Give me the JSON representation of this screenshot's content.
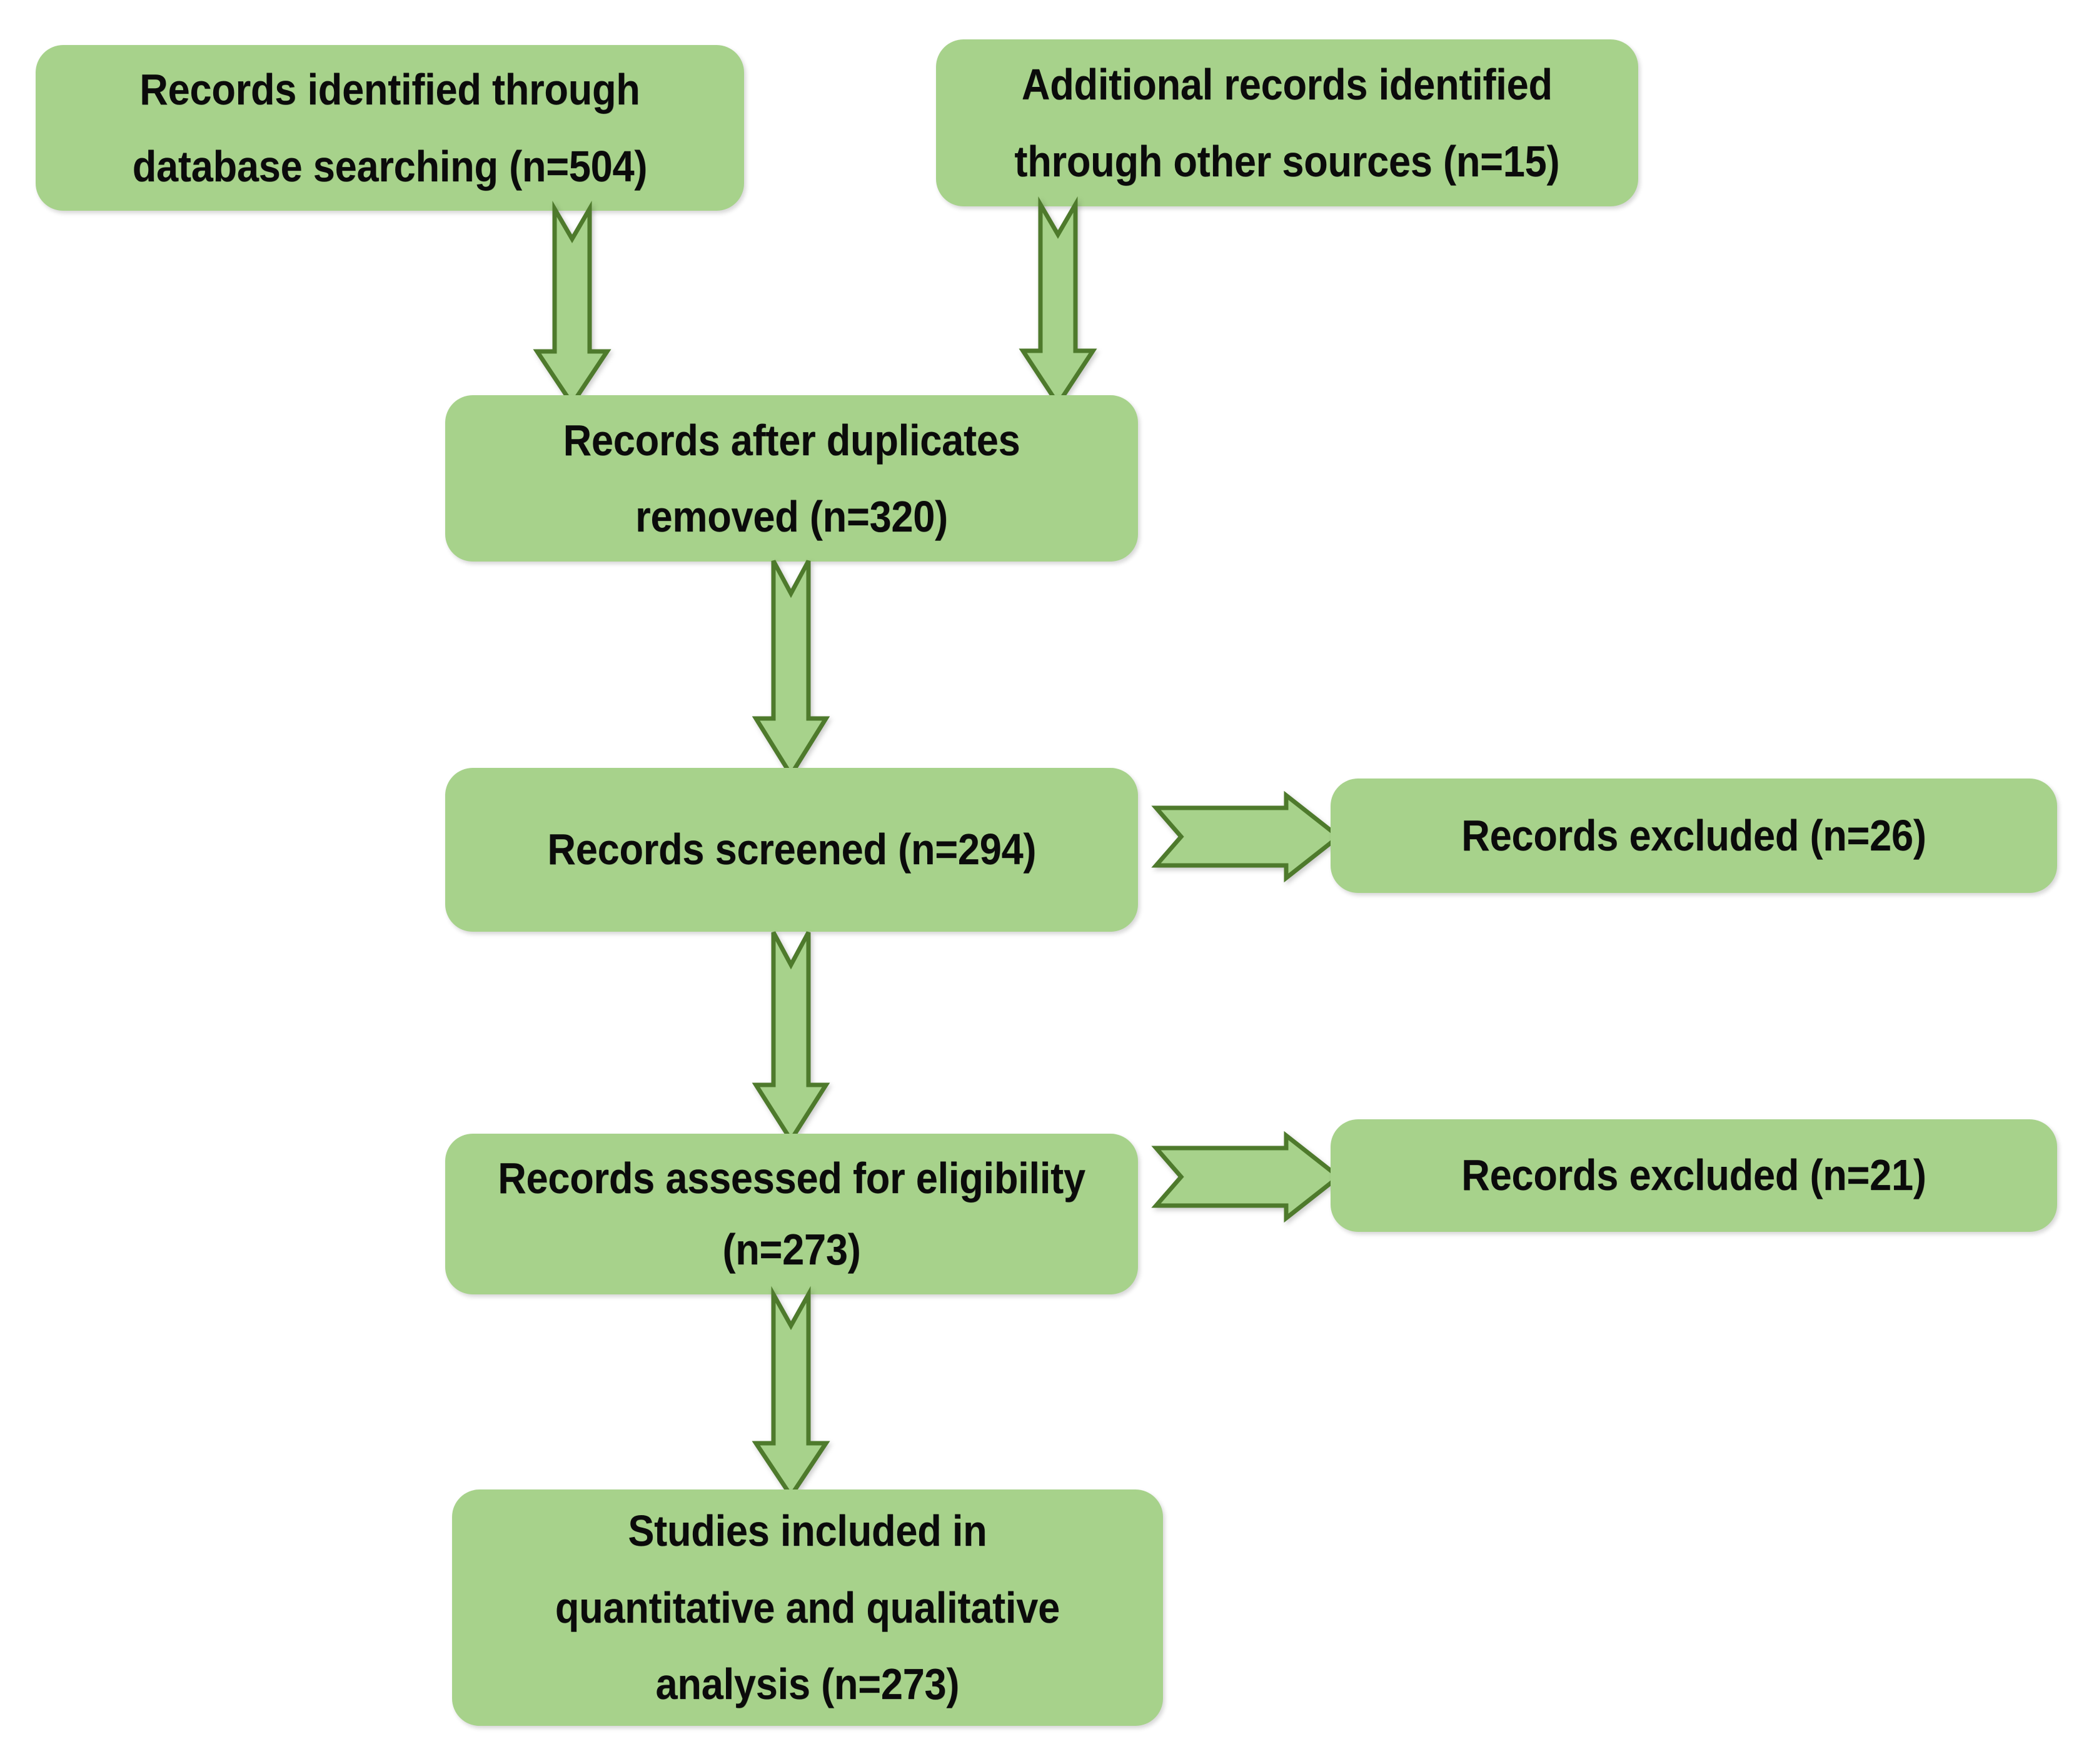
{
  "diagram": {
    "type": "prisma-flow-diagram",
    "title": "PRISMA study selection flow diagram",
    "colors": {
      "box_fill": "#a7d28b",
      "arrow_fill": "#a7d28b",
      "arrow_stroke": "#4e7a2c",
      "text": "#0b0b0b",
      "background": "#ffffff"
    },
    "nodes": [
      {
        "id": "identified",
        "text": "Records identified through\ndatabase searching (n=504)",
        "count": 504,
        "stage": "identification"
      },
      {
        "id": "additional",
        "text": "Additional records identified\nthrough other sources (n=15)",
        "count": 15,
        "stage": "identification"
      },
      {
        "id": "duplicates",
        "text": "Records after duplicates\nremoved (n=320)",
        "count": 320,
        "stage": "screening"
      },
      {
        "id": "screened",
        "text": "Records screened (n=294)",
        "count": 294,
        "stage": "screening"
      },
      {
        "id": "excluded-26",
        "text": "Records excluded (n=26)",
        "count": 26,
        "stage": "screening"
      },
      {
        "id": "eligibility",
        "text": "Records assessed for eligibility\n(n=273)",
        "count": 273,
        "stage": "eligibility"
      },
      {
        "id": "excluded-21",
        "text": "Records excluded (n=21)",
        "count": 21,
        "stage": "eligibility"
      },
      {
        "id": "included",
        "text": "Studies included in\nquantitative and qualitative\nanalysis (n=273)",
        "count": 273,
        "stage": "included"
      }
    ],
    "arrows": [
      {
        "id": "v1",
        "from": "identified",
        "to": "duplicates",
        "direction": "down"
      },
      {
        "id": "v2",
        "from": "additional",
        "to": "duplicates",
        "direction": "down"
      },
      {
        "id": "v3",
        "from": "duplicates",
        "to": "screened",
        "direction": "down"
      },
      {
        "id": "v4",
        "from": "screened",
        "to": "eligibility",
        "direction": "down"
      },
      {
        "id": "v5",
        "from": "eligibility",
        "to": "included",
        "direction": "down"
      },
      {
        "id": "h1",
        "from": "screened",
        "to": "excluded-26",
        "direction": "right"
      },
      {
        "id": "h2",
        "from": "eligibility",
        "to": "excluded-21",
        "direction": "right"
      }
    ]
  }
}
